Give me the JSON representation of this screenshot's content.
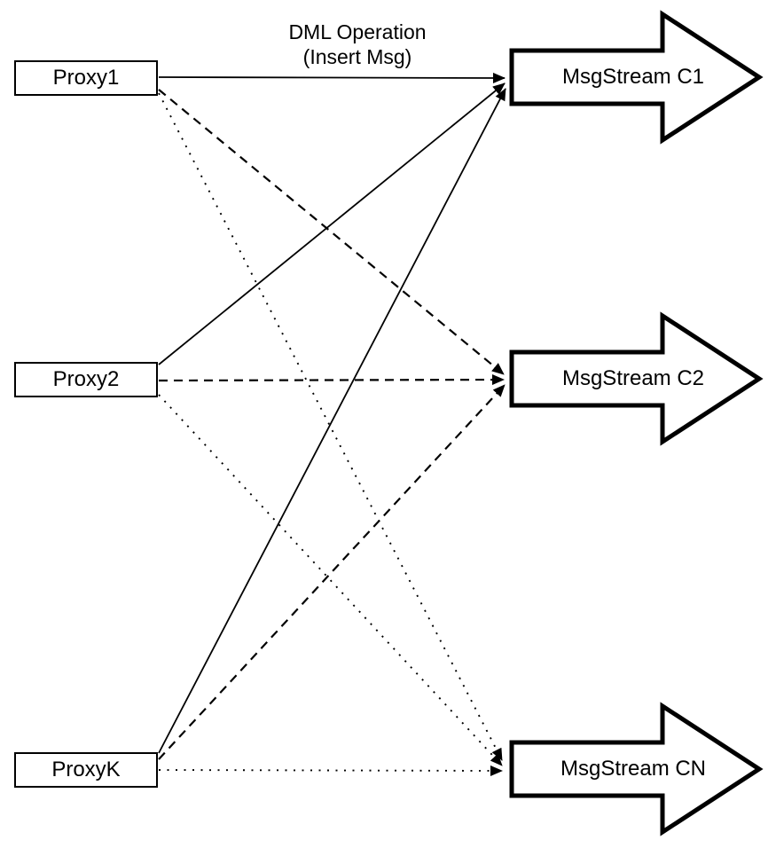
{
  "diagram": {
    "title": {
      "line1": "DML Operation",
      "line2": "(Insert Msg)"
    },
    "proxies": [
      {
        "id": "proxy1",
        "label": "Proxy1"
      },
      {
        "id": "proxy2",
        "label": "Proxy2"
      },
      {
        "id": "proxyk",
        "label": "ProxyK"
      }
    ],
    "streams": [
      {
        "id": "c1",
        "label": "MsgStream C1"
      },
      {
        "id": "c2",
        "label": "MsgStream C2"
      },
      {
        "id": "cn",
        "label": "MsgStream CN"
      }
    ],
    "connections": [
      {
        "from": "Proxy1",
        "to": "MsgStream C1",
        "style": "solid"
      },
      {
        "from": "Proxy1",
        "to": "MsgStream C2",
        "style": "dashed"
      },
      {
        "from": "Proxy1",
        "to": "MsgStream CN",
        "style": "dotted"
      },
      {
        "from": "Proxy2",
        "to": "MsgStream C1",
        "style": "solid"
      },
      {
        "from": "Proxy2",
        "to": "MsgStream C2",
        "style": "dashed"
      },
      {
        "from": "Proxy2",
        "to": "MsgStream CN",
        "style": "dotted"
      },
      {
        "from": "ProxyK",
        "to": "MsgStream C1",
        "style": "solid"
      },
      {
        "from": "ProxyK",
        "to": "MsgStream C2",
        "style": "dashed"
      },
      {
        "from": "ProxyK",
        "to": "MsgStream CN",
        "style": "dotted"
      }
    ],
    "colors": {
      "ink": "#000000",
      "background": "#ffffff"
    }
  }
}
